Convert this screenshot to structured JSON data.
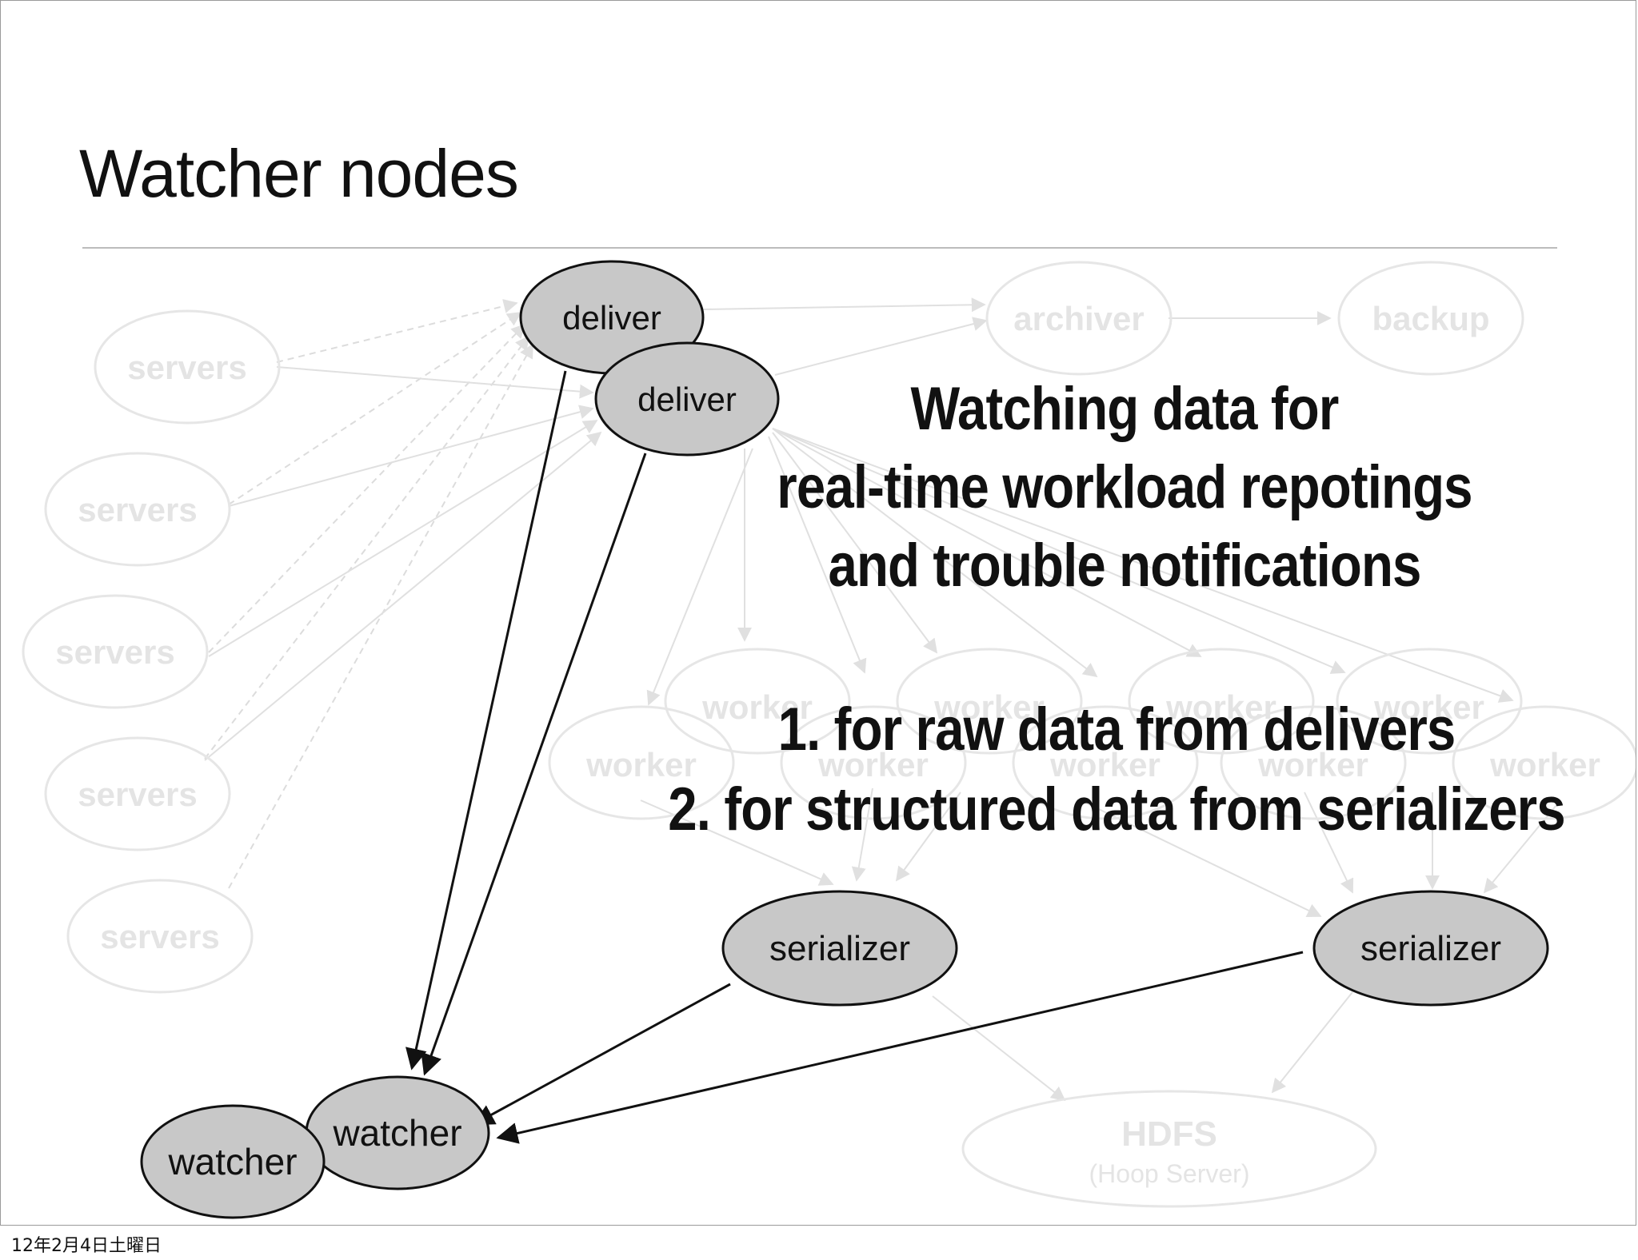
{
  "slide": {
    "title": "Watcher nodes",
    "footer_date": "12年2月4日土曜日"
  },
  "overlay": {
    "heading_lines": [
      "Watching data for",
      "real-time workload repotings",
      "and trouble notifications"
    ],
    "list_items": [
      "1. for raw data from delivers",
      "2. for structured data from serializers"
    ]
  },
  "diagram": {
    "highlighted_nodes": {
      "deliver_1": "deliver",
      "deliver_2": "deliver",
      "serializer_1": "serializer",
      "serializer_2": "serializer",
      "watcher_1": "watcher",
      "watcher_2": "watcher"
    },
    "faded_nodes": {
      "servers": [
        "servers",
        "servers",
        "servers",
        "servers",
        "servers"
      ],
      "archiver": "archiver",
      "backup": "backup",
      "workers_back": [
        "worker",
        "worker",
        "worker",
        "worker"
      ],
      "workers_front": [
        "worker",
        "worker",
        "worker",
        "worker",
        "worker"
      ],
      "hdfs": "HDFS",
      "hdfs_sub": "(Hoop Server)"
    },
    "colors": {
      "highlight_fill": "#c8c8c8",
      "highlight_stroke": "#111111",
      "faded": "#e6e6e6"
    }
  }
}
